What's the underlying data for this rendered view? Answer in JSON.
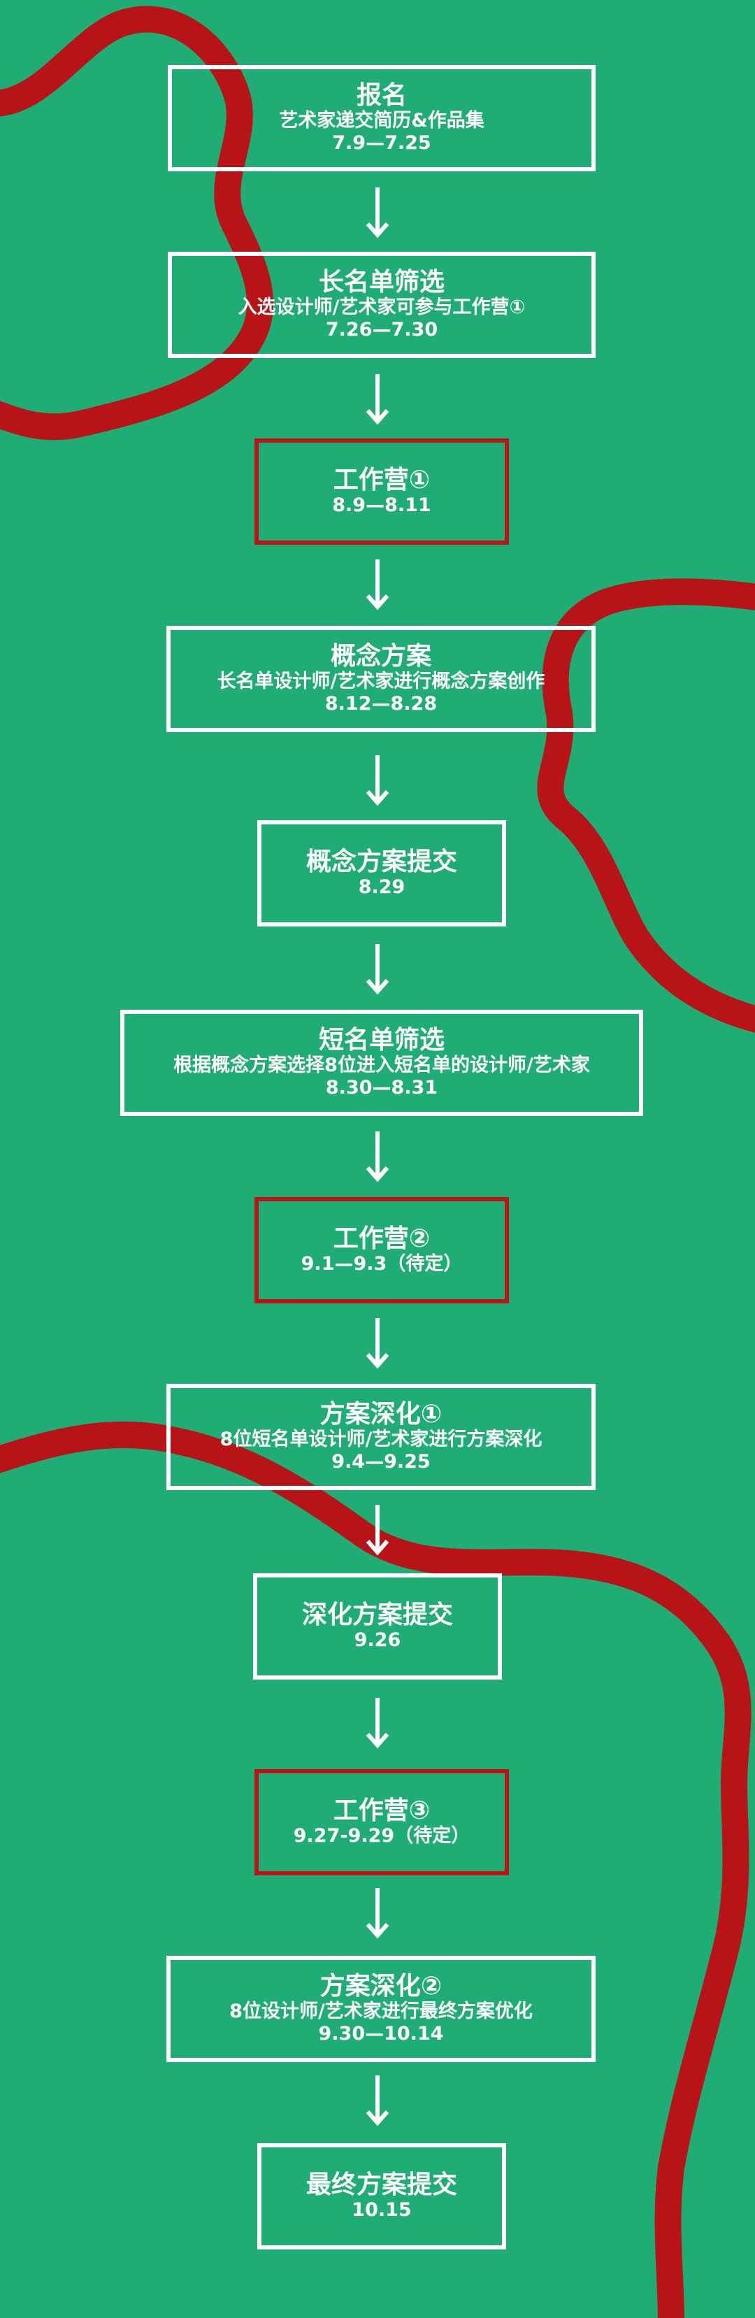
{
  "colors": {
    "background": "#1fac75",
    "ribbon": "#b81417",
    "box": "#ffffff"
  },
  "steps": [
    {
      "title": "报名",
      "subtitle": "艺术家递交简历&作品集",
      "date": "7.9—7.25",
      "type": "normal"
    },
    {
      "title": "长名单筛选",
      "subtitle": "入选设计师/艺术家可参与工作营①",
      "date": "7.26—7.30",
      "type": "normal"
    },
    {
      "title": "工作营①",
      "subtitle": "",
      "date": "8.9—8.11",
      "type": "camp"
    },
    {
      "title": "概念方案",
      "subtitle": "长名单设计师/艺术家进行概念方案创作",
      "date": "8.12—8.28",
      "type": "normal"
    },
    {
      "title": "概念方案提交",
      "subtitle": "",
      "date": "8.29",
      "type": "normal"
    },
    {
      "title": "短名单筛选",
      "subtitle": "根据概念方案选择8位进入短名单的设计师/艺术家",
      "date": "8.30—8.31",
      "type": "normal"
    },
    {
      "title": "工作营②",
      "subtitle": "",
      "date": "9.1—9.3（待定）",
      "type": "camp"
    },
    {
      "title": "方案深化①",
      "subtitle": "8位短名单设计师/艺术家进行方案深化",
      "date": "9.4—9.25",
      "type": "normal"
    },
    {
      "title": "深化方案提交",
      "subtitle": "",
      "date": "9.26",
      "type": "normal"
    },
    {
      "title": "工作营③",
      "subtitle": "",
      "date": "9.27-9.29（待定）",
      "type": "camp"
    },
    {
      "title": "方案深化②",
      "subtitle": "8位设计师/艺术家进行最终方案优化",
      "date": "9.30—10.14",
      "type": "normal"
    },
    {
      "title": "最终方案提交",
      "subtitle": "",
      "date": "10.15",
      "type": "normal"
    }
  ]
}
